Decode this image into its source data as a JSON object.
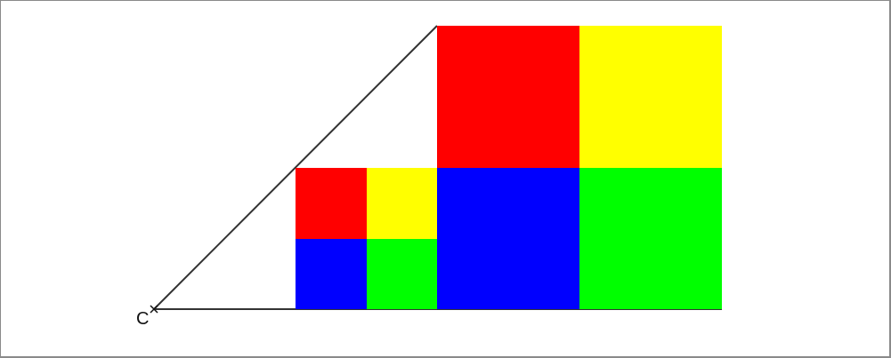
{
  "figure": {
    "center_label": "C",
    "colors": {
      "red": "#ff0000",
      "yellow": "#ffff00",
      "blue": "#0000ff",
      "green": "#00ff00",
      "line": "#333333",
      "background": "#ffffff"
    },
    "quadrant_order": [
      "red",
      "yellow",
      "blue",
      "green"
    ]
  }
}
